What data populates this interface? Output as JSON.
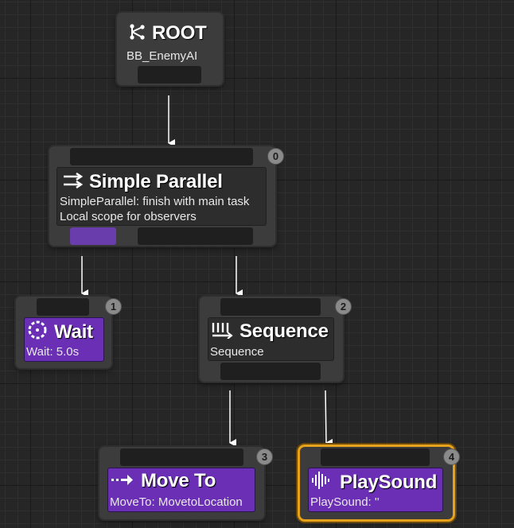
{
  "graph": {
    "root": {
      "title": "ROOT",
      "blackboard": "BB_EnemyAI",
      "icon": "root-branch-icon"
    },
    "simple_parallel": {
      "index": "0",
      "title": "Simple Parallel",
      "desc_line1": "SimpleParallel: finish with main task",
      "desc_line2": "Local scope for observers",
      "icon": "parallel-arrows-icon"
    },
    "wait": {
      "index": "1",
      "title": "Wait",
      "desc": "Wait: 5.0s",
      "icon": "wait-timer-icon"
    },
    "sequence": {
      "index": "2",
      "title": "Sequence",
      "desc": "Sequence",
      "icon": "sequence-arrows-icon"
    },
    "move_to": {
      "index": "3",
      "title": "Move To",
      "desc": "MoveTo: MovetoLocation",
      "icon": "move-arrow-icon"
    },
    "play_sound": {
      "index": "4",
      "title": "PlaySound",
      "desc": "PlaySound: ''",
      "icon": "sound-wave-icon",
      "selected": true
    }
  },
  "colors": {
    "background": "#262626",
    "node": "#3c3c3c",
    "task": "#6a2fb5",
    "selection": "#e7a21b",
    "active_pin": "#6a3dad"
  }
}
